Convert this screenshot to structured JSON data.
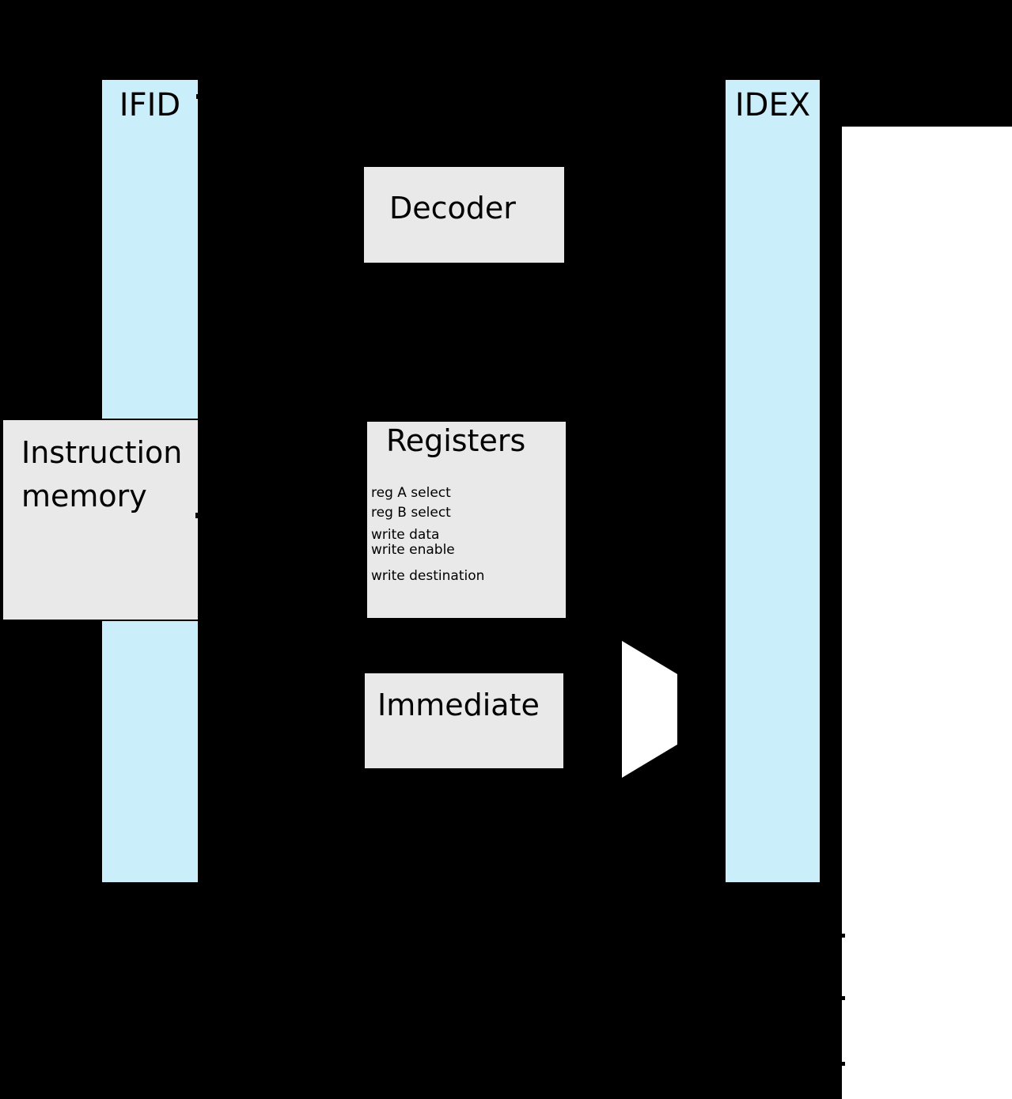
{
  "diagram": {
    "description": "CPU pipeline instruction decode stage block diagram",
    "colors": {
      "background": "#000000",
      "pipeline_register_fill": "#cbeefb",
      "block_fill": "#e9e9e9",
      "border": "#000000",
      "mux_fill": "#ffffff",
      "next_stage_fill": "#ffffff"
    },
    "pipeline_registers": [
      {
        "label": "IFID"
      },
      {
        "label": "IDEX"
      }
    ],
    "blocks": {
      "instruction_memory": {
        "label": "Instruction memory"
      },
      "decoder": {
        "label": "Decoder"
      },
      "registers": {
        "label": "Registers",
        "ports": [
          "reg A select",
          "reg B select",
          "write data",
          "write enable",
          "write destination"
        ]
      },
      "immediate": {
        "label": "Immediate"
      }
    },
    "mux": {
      "name": "mux"
    }
  }
}
